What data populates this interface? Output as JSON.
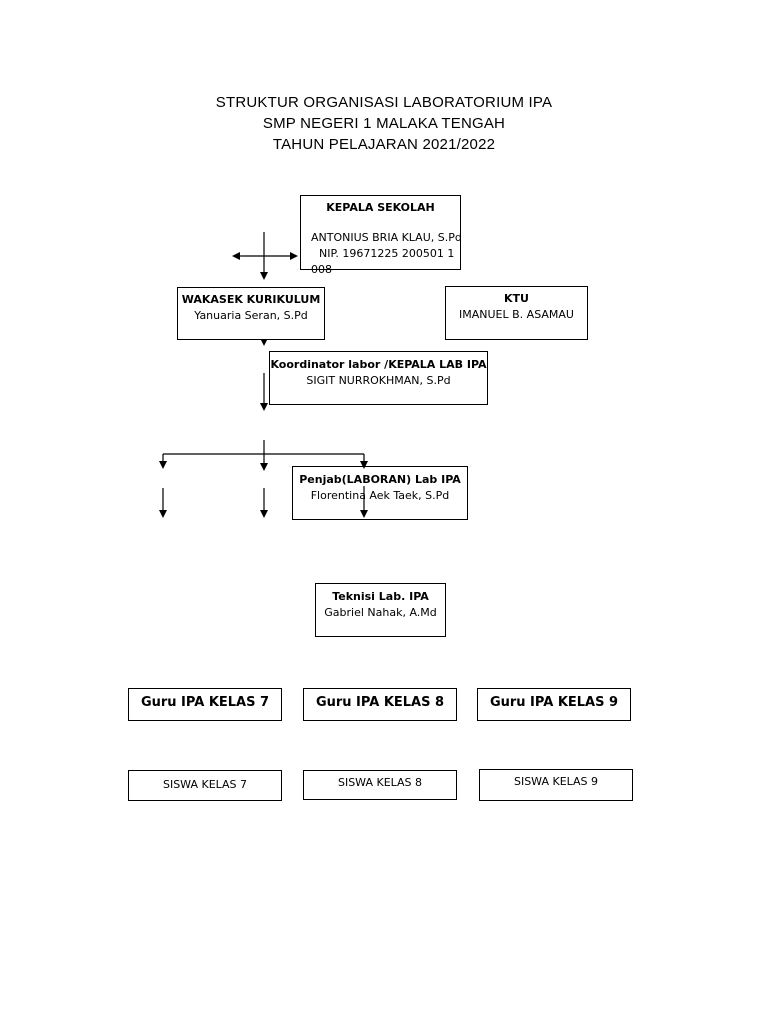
{
  "header": {
    "line1": "STRUKTUR ORGANISASI LABORATORIUM IPA",
    "line2": "SMP NEGERI 1 MALAKA TENGAH",
    "line3": "TAHUN PELAJARAN 2021/2022"
  },
  "kepala": {
    "role": "KEPALA SEKOLAH",
    "name": "ANTONIUS BRIA KLAU, S.Pd",
    "nip": "NIP. 19671225 200501 1",
    "nip_cont": "008"
  },
  "wakasek": {
    "role": "WAKASEK KURIKULUM",
    "name": "Yanuaria Seran, S.Pd"
  },
  "ktu": {
    "role": "KTU",
    "name": "IMANUEL B. ASAMAU"
  },
  "koordinator": {
    "role": "Koordinator labor /KEPALA LAB IPA",
    "name": "SIGIT NURROKHMAN, S.Pd"
  },
  "penjab": {
    "role": "Penjab(LABORAN) Lab IPA",
    "name": "Florentina Aek Taek, S.Pd"
  },
  "teknisi": {
    "role": "Teknisi Lab. IPA",
    "name": "Gabriel Nahak, A.Md"
  },
  "guru": [
    "Guru IPA KELAS 7",
    "Guru IPA KELAS 8",
    "Guru IPA KELAS 9"
  ],
  "siswa": [
    "SISWA KELAS 7",
    "SISWA KELAS 8",
    "SISWA KELAS 9"
  ]
}
